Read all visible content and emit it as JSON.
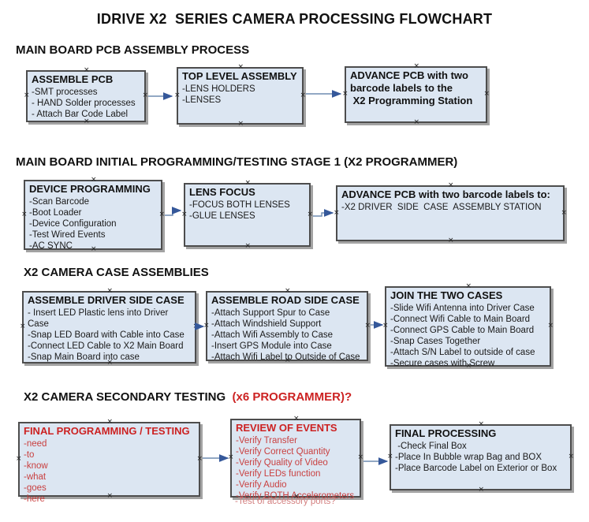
{
  "title": "IDRIVE X2  SERIES CAMERA PROCESSING FLOWCHART",
  "ui": {
    "anchor_glyph": "×"
  },
  "colors": {
    "box_fill": "#dce6f2",
    "box_border": "#4d4d4d",
    "arrow_line": "#6f8cb0",
    "arrow_head": "#35589a",
    "accent_red": "#cc2222",
    "text": "#111111"
  },
  "sections": [
    {
      "heading": "MAIN BOARD PCB ASSEMBLY PROCESS",
      "boxes": [
        {
          "title": "ASSEMBLE PCB",
          "items": [
            "-SMT processes",
            "- HAND Solder processes",
            "- Attach Bar Code Label"
          ]
        },
        {
          "title": "TOP LEVEL ASSEMBLY",
          "items": [
            "-LENS HOLDERS",
            "-LENSES"
          ]
        },
        {
          "title": "ADVANCE PCB with two\nbarcode labels to the\n X2 Programming Station",
          "items": []
        }
      ]
    },
    {
      "heading": "MAIN BOARD INITIAL PROGRAMMING/TESTING STAGE 1 (X2 PROGRAMMER)",
      "boxes": [
        {
          "title": "DEVICE PROGRAMMING",
          "items": [
            "-Scan Barcode",
            "-Boot Loader",
            "-Device Configuration",
            "-Test Wired Events",
            "-AC SYNC"
          ]
        },
        {
          "title": "LENS FOCUS",
          "items": [
            "-FOCUS BOTH LENSES",
            "-GLUE LENSES"
          ]
        },
        {
          "title": "ADVANCE PCB with two barcode labels to:",
          "items": [
            "-X2 DRIVER  SIDE  CASE  ASSEMBLY STATION"
          ]
        }
      ]
    },
    {
      "heading": "X2 CAMERA CASE ASSEMBLIES",
      "boxes": [
        {
          "title": "ASSEMBLE DRIVER SIDE CASE",
          "items": [
            "- Insert LED Plastic lens into Driver Case",
            "-Snap LED Board with Cable into Case",
            "-Connect LED Cable to X2 Main Board",
            "-Snap Main Board into case"
          ]
        },
        {
          "title": "ASSEMBLE ROAD SIDE CASE",
          "items": [
            "-Attach Support Spur to Case",
            "-Attach Windshield Support",
            "-Attach Wifi Assembly to Case",
            "-Insert GPS Module into Case",
            "-Attach Wifi Label to Outside of Case"
          ]
        },
        {
          "title": "JOIN THE TWO CASES",
          "items": [
            "-Slide Wifi Antenna into Driver Case",
            "-Connect Wifi Cable to Main Board",
            "-Connect GPS Cable to Main Board",
            "-Snap Cases Together",
            "-Attach S/N Label to outside of case",
            "-Secure cases with Screw"
          ]
        }
      ]
    },
    {
      "heading_black": "X2 CAMERA SECONDARY TESTING ",
      "heading_red": " (x6 PROGRAMMER)?",
      "boxes": [
        {
          "title": "FINAL PROGRAMMING / TESTING",
          "items": [
            "-need",
            "-to",
            "-know",
            "-what",
            "-goes",
            "-here"
          ]
        },
        {
          "title": "REVIEW OF EVENTS",
          "items": [
            "-Verify Transfer",
            "-Verify Correct Quantity",
            "-Verify Quality of Video",
            "-Verify LEDs function",
            "-Verify Audio",
            "-Verify BOTH Accelerometers"
          ],
          "overflow_item": "-Test of accessory ports?"
        },
        {
          "title": "FINAL PROCESSING",
          "items": [
            " -Check Final Box",
            "-Place In Bubble wrap Bag and BOX",
            "-Place Barcode Label on Exterior or Box"
          ]
        }
      ]
    }
  ]
}
